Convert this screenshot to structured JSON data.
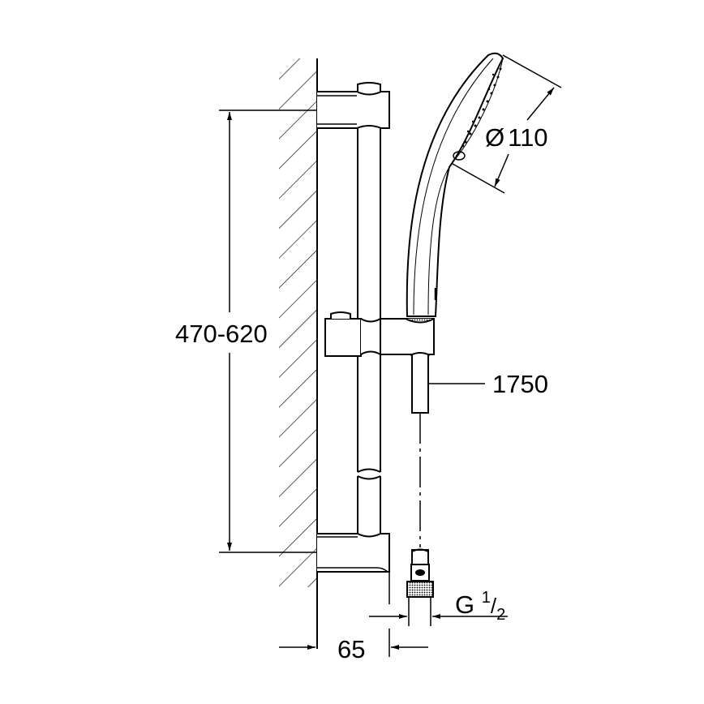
{
  "drawing": {
    "title": "Shower rail set dimensional drawing",
    "stroke_color": "#000000",
    "background": "#ffffff"
  },
  "dimensions": {
    "rail_height": "470-620",
    "head_diameter_symbol": "Ø",
    "head_diameter": "110",
    "hose_length": "1750",
    "wall_offset": "65",
    "thread_prefix": "G",
    "thread_num": "1",
    "thread_den": "2"
  },
  "components": [
    "wall",
    "upper-bracket",
    "rail",
    "slider",
    "hand-shower",
    "hose",
    "lower-bracket",
    "hose-nut"
  ]
}
